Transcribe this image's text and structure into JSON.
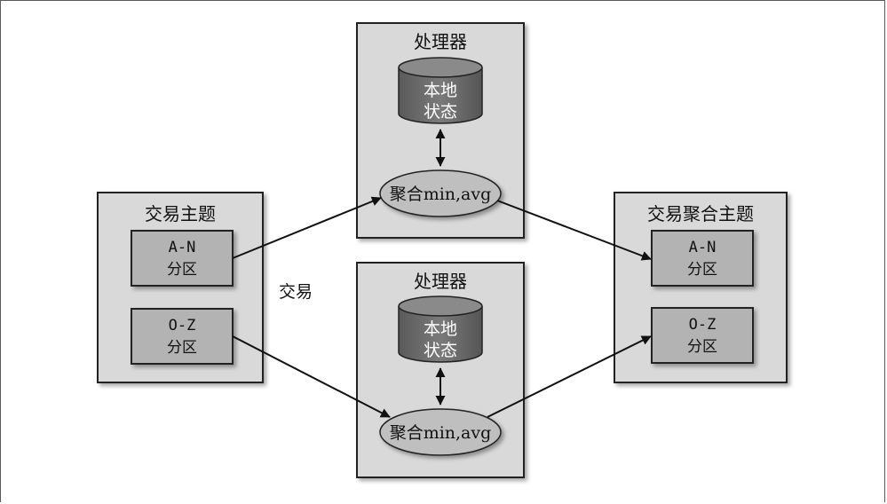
{
  "source_topic": {
    "title": "交易主题",
    "partitions": [
      {
        "id": "A-N",
        "label": "分区"
      },
      {
        "id": "O-Z",
        "label": "分区"
      }
    ]
  },
  "processors": [
    {
      "title": "处理器",
      "state_line1": "本地",
      "state_line2": "状态",
      "aggregate_label": "聚合min,avg"
    },
    {
      "title": "处理器",
      "state_line1": "本地",
      "state_line2": "状态",
      "aggregate_label": "聚合min,avg"
    }
  ],
  "target_topic": {
    "title": "交易聚合主题",
    "partitions": [
      {
        "id": "A-N",
        "label": "分区"
      },
      {
        "id": "O-Z",
        "label": "分区"
      }
    ]
  },
  "edge_label": "交易",
  "colors": {
    "box_fill": "#d9d9d9",
    "partition_fill": "#b3b3b3",
    "ellipse_fill": "#bfbfbf",
    "db_fill": "#6a6a6a",
    "db_top": "#8a8a8a",
    "line": "#111111"
  }
}
